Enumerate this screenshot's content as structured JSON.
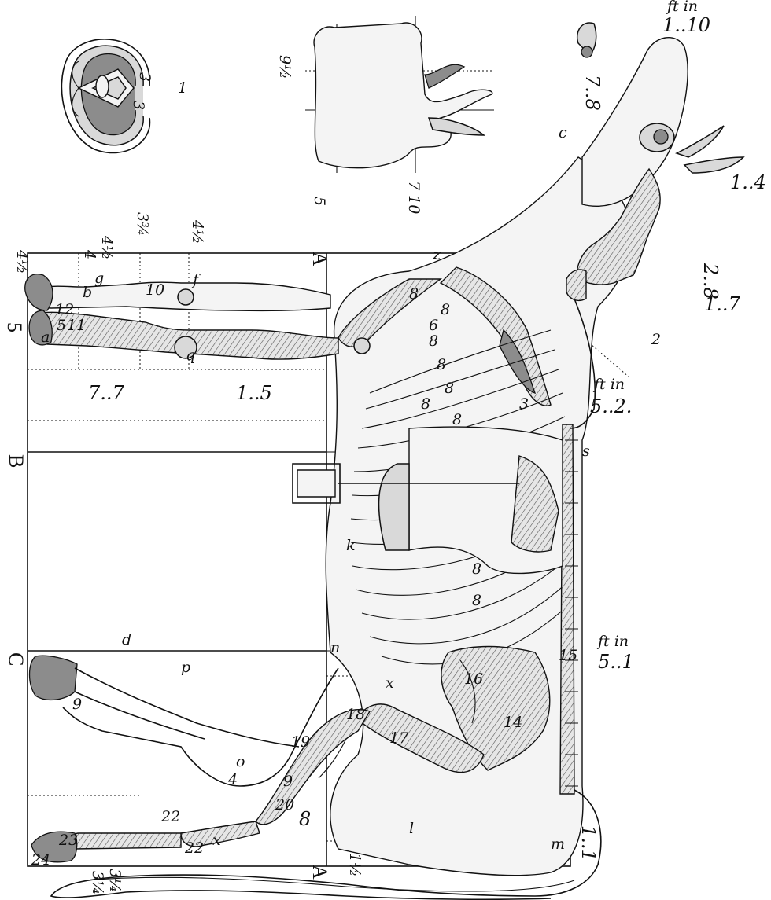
{
  "figure": {
    "orientation": "rotated 90 degrees clockwise",
    "section_letters": [
      "A",
      "B",
      "C",
      "A"
    ],
    "units": {
      "feet_inches": "ft in",
      "feet": "ft",
      "inches": "in"
    },
    "measurements_main": [
      "1..10",
      "1..4",
      "2..8",
      "1..7",
      "5..2.",
      "5..1",
      "1..1",
      "7..7",
      "1..5",
      "7..8",
      "8"
    ],
    "measurements_inch": [
      "4½",
      "4",
      "4½",
      "3¾",
      "4½",
      "3¼",
      "3¼",
      "1½",
      "5",
      "7 10",
      "9½",
      "5"
    ],
    "small_letters": [
      "a",
      "b",
      "c",
      "d",
      "f",
      "g",
      "k",
      "l",
      "m",
      "n",
      "o",
      "p",
      "q",
      "s",
      "x",
      "x",
      "z"
    ],
    "part_numbers": [
      "1",
      "2",
      "3",
      "3",
      "3",
      "4",
      "5",
      "6",
      "8",
      "8",
      "8",
      "8",
      "8",
      "8",
      "8",
      "8",
      "8",
      "9",
      "9",
      "10",
      "11",
      "12",
      "14",
      "15",
      "16",
      "17",
      "18",
      "19",
      "20",
      "22",
      "22",
      "23",
      "24"
    ]
  }
}
